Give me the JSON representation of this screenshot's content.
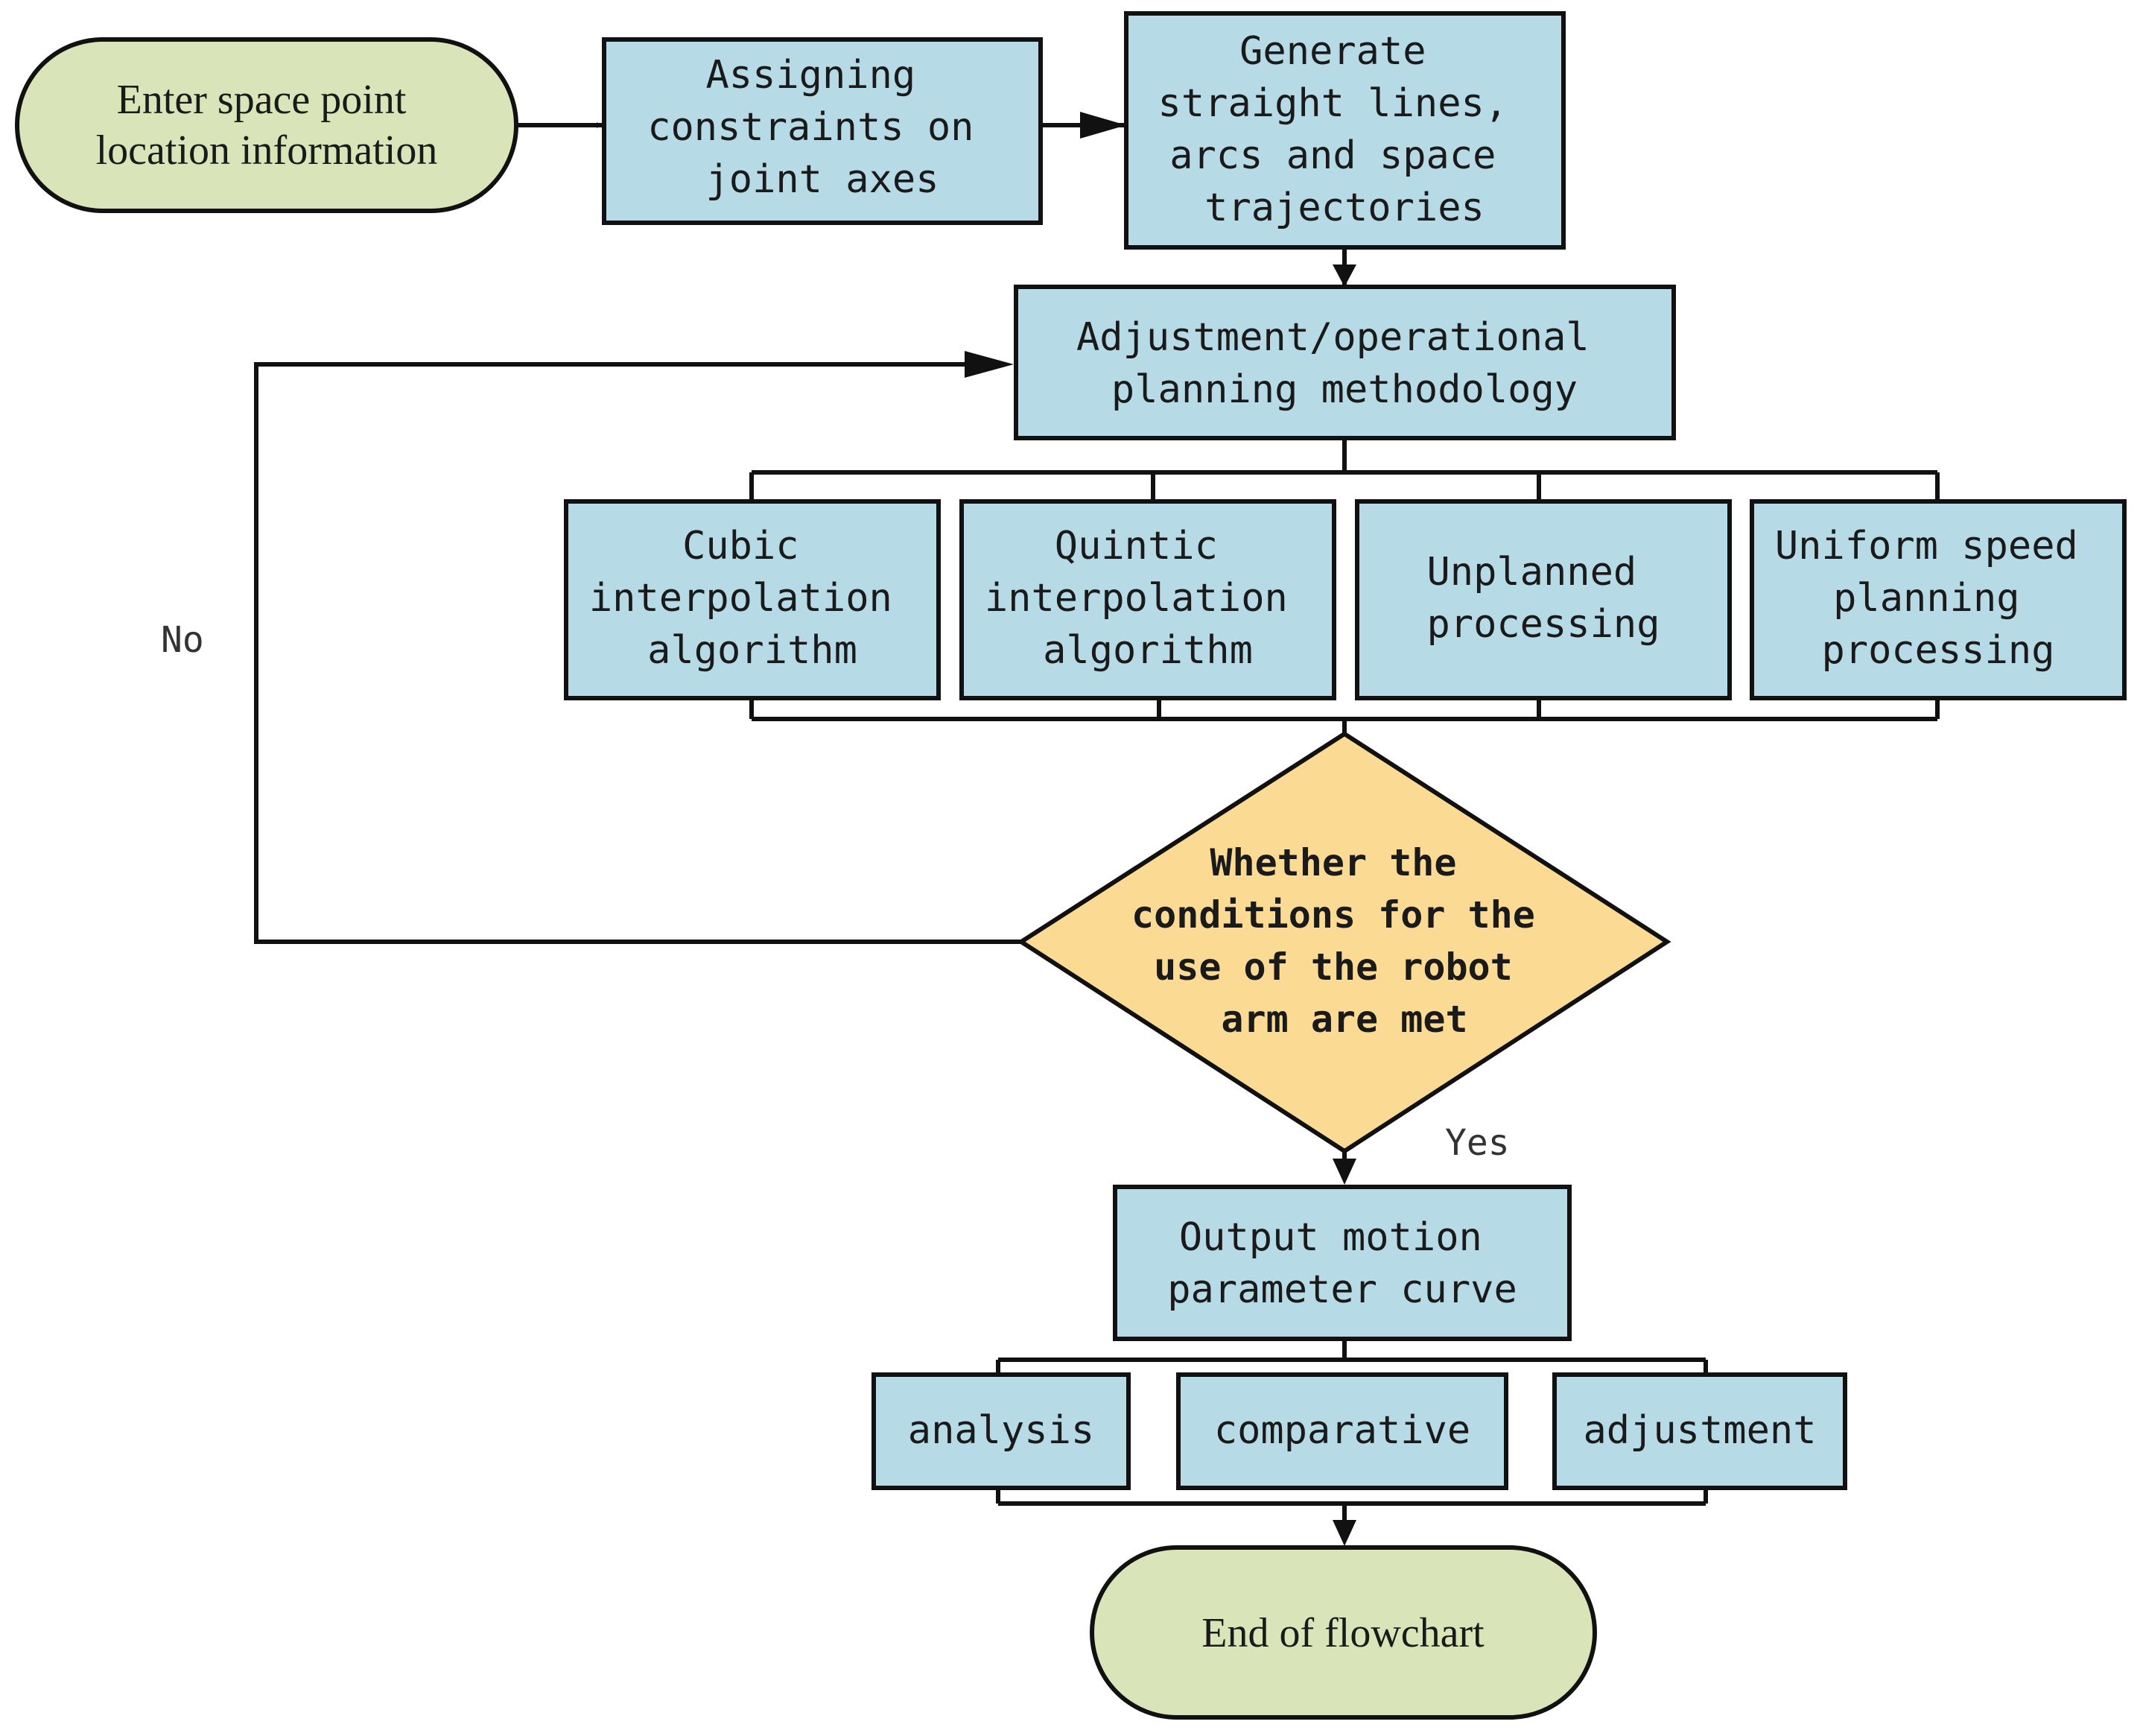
{
  "colors": {
    "process_fill": "#b7dbe6",
    "terminal_fill": "#d9e5b8",
    "decision_fill": "#fbdb94",
    "stroke": "#111111"
  },
  "nodes": {
    "start": {
      "lines": [
        "Enter space point",
        "location information"
      ]
    },
    "assign": {
      "lines": [
        "Assigning",
        "constraints on",
        "joint axes"
      ]
    },
    "generate": {
      "lines": [
        "Generate",
        "straight lines,",
        "arcs and space",
        "trajectories"
      ]
    },
    "adjust": {
      "lines": [
        "Adjustment/operational",
        "planning methodology"
      ]
    },
    "cubic": {
      "lines": [
        "Cubic",
        "interpolation",
        "algorithm"
      ]
    },
    "quintic": {
      "lines": [
        "Quintic",
        "interpolation",
        "algorithm"
      ]
    },
    "unplanned": {
      "lines": [
        "Unplanned",
        "processing"
      ]
    },
    "uniform": {
      "lines": [
        "Uniform speed",
        "planning",
        "processing"
      ]
    },
    "decision": {
      "lines": [
        "Whether the",
        "conditions for the",
        "use of the robot",
        "arm are met"
      ]
    },
    "output": {
      "lines": [
        "Output motion",
        "parameter curve"
      ]
    },
    "analysis": {
      "lines": [
        "analysis"
      ]
    },
    "comparative": {
      "lines": [
        "comparative"
      ]
    },
    "adjustment": {
      "lines": [
        "adjustment"
      ]
    },
    "end": {
      "lines": [
        "End of flowchart"
      ]
    }
  },
  "edge_labels": {
    "no": "No",
    "yes": "Yes"
  }
}
